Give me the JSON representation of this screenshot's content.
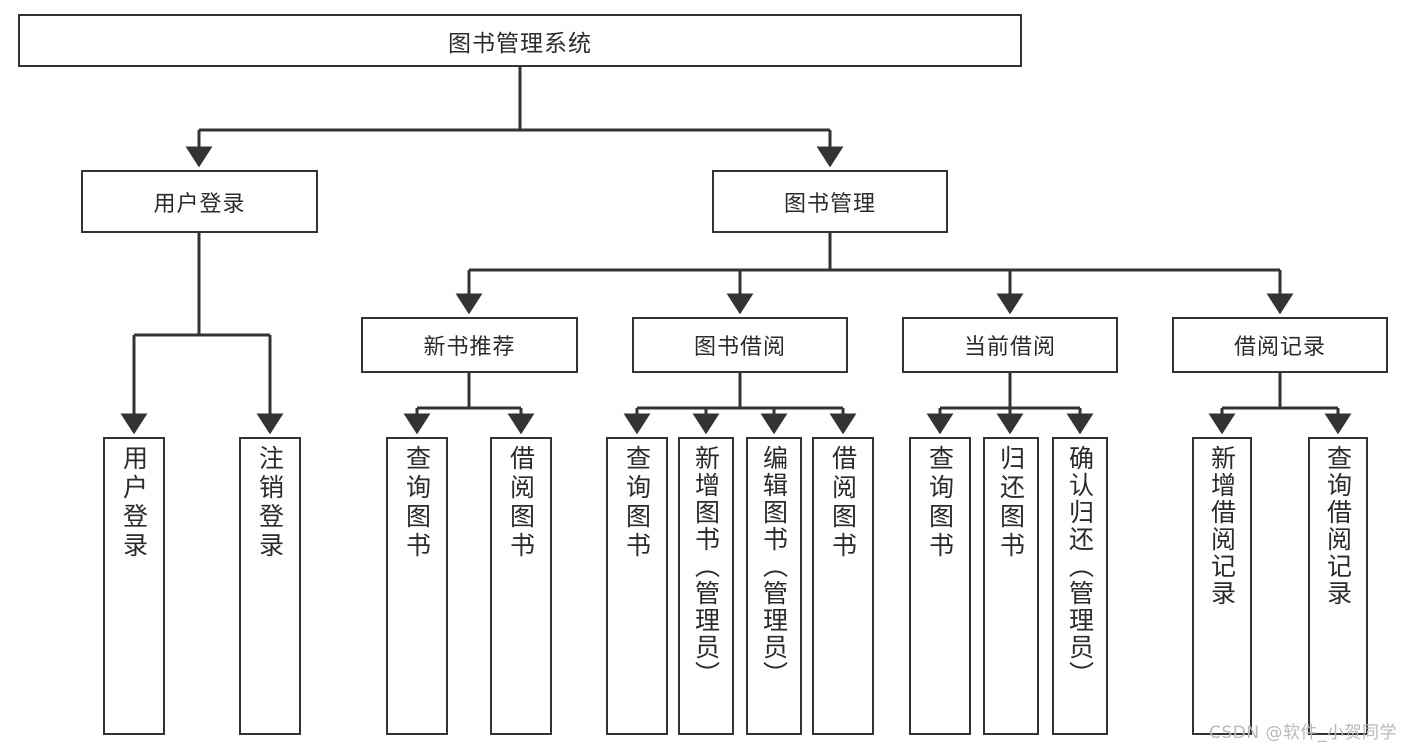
{
  "diagram": {
    "type": "tree",
    "title": "图书管理系统",
    "watermark": "CSDN @软件_小贺同学",
    "colors": {
      "box_border": "#333333",
      "box_fill": "#ffffff",
      "connector": "#333333",
      "text": "#2b2b2b",
      "background": "#ffffff",
      "watermark": "#b9b9b9"
    },
    "root": {
      "label": "图书管理系统"
    },
    "level1": [
      {
        "label": "用户登录"
      },
      {
        "label": "图书管理"
      }
    ],
    "level2": [
      {
        "label": "新书推荐"
      },
      {
        "label": "图书借阅"
      },
      {
        "label": "当前借阅"
      },
      {
        "label": "借阅记录"
      }
    ],
    "leaves": {
      "user_login": [
        {
          "label": "用户登录"
        },
        {
          "label": "注销登录"
        }
      ],
      "new_book": [
        {
          "label": "查询图书"
        },
        {
          "label": "借阅图书"
        }
      ],
      "borrow_book": [
        {
          "label": "查询图书"
        },
        {
          "label": "新增图书（管理员）"
        },
        {
          "label": "编辑图书（管理员）"
        },
        {
          "label": "借阅图书"
        }
      ],
      "current_borrow": [
        {
          "label": "查询图书"
        },
        {
          "label": "归还图书"
        },
        {
          "label": "确认归还（管理员）"
        }
      ],
      "borrow_record": [
        {
          "label": "新增借阅记录"
        },
        {
          "label": "查询借阅记录"
        }
      ]
    }
  }
}
